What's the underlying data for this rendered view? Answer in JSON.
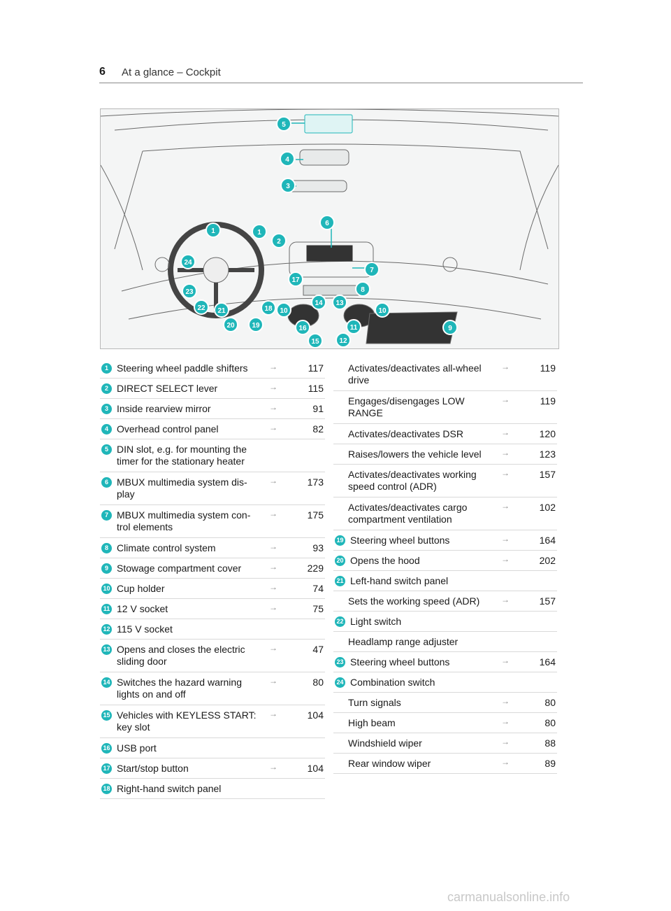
{
  "header": {
    "page_number": "6",
    "title": "At a glance – Cockpit"
  },
  "figure": {
    "callouts": [
      "5",
      "4",
      "3",
      "6",
      "1",
      "1",
      "2",
      "24",
      "7",
      "17",
      "23",
      "8",
      "14",
      "13",
      "22",
      "21",
      "18",
      "10",
      "10",
      "19",
      "20",
      "16",
      "11",
      "9",
      "15",
      "12"
    ]
  },
  "left_column": [
    {
      "num": "1",
      "label": "Steering wheel paddle shifters",
      "arrow": "→",
      "ref": "117"
    },
    {
      "num": "2",
      "label": "DIRECT SELECT lever",
      "arrow": "→",
      "ref": "115"
    },
    {
      "num": "3",
      "label": "Inside rearview mirror",
      "arrow": "→",
      "ref": "91"
    },
    {
      "num": "4",
      "label": "Overhead control panel",
      "arrow": "→",
      "ref": "82"
    },
    {
      "num": "5",
      "label": "DIN slot, e.g. for mounting the timer for the stationary heater",
      "arrow": "",
      "ref": ""
    },
    {
      "num": "6",
      "label": "MBUX multimedia system dis-play",
      "arrow": "→",
      "ref": "173"
    },
    {
      "num": "7",
      "label": "MBUX multimedia system con-trol elements",
      "arrow": "→",
      "ref": "175"
    },
    {
      "num": "8",
      "label": "Climate control system",
      "arrow": "→",
      "ref": "93"
    },
    {
      "num": "9",
      "label": "Stowage compartment cover",
      "arrow": "→",
      "ref": "229"
    },
    {
      "num": "10",
      "label": "Cup holder",
      "arrow": "→",
      "ref": "74"
    },
    {
      "num": "11",
      "label": "12 V socket",
      "arrow": "→",
      "ref": "75"
    },
    {
      "num": "12",
      "label": "115 V socket",
      "arrow": "",
      "ref": ""
    },
    {
      "num": "13",
      "label": "Opens and closes the electric sliding door",
      "arrow": "→",
      "ref": "47"
    },
    {
      "num": "14",
      "label": "Switches the hazard warning lights on and off",
      "arrow": "→",
      "ref": "80"
    },
    {
      "num": "15",
      "label": "Vehicles with KEYLESS START: key slot",
      "arrow": "→",
      "ref": "104"
    },
    {
      "num": "16",
      "label": "USB port",
      "arrow": "",
      "ref": ""
    },
    {
      "num": "17",
      "label": "Start/stop button",
      "arrow": "→",
      "ref": "104"
    },
    {
      "num": "18",
      "label": "Right-hand switch panel",
      "arrow": "",
      "ref": ""
    }
  ],
  "right_column": [
    {
      "num": "",
      "label": "Activates/deactivates all-wheel drive",
      "arrow": "→",
      "ref": "119"
    },
    {
      "num": "",
      "label": "Engages/disengages LOW RANGE",
      "arrow": "→",
      "ref": "119"
    },
    {
      "num": "",
      "label": "Activates/deactivates DSR",
      "arrow": "→",
      "ref": "120"
    },
    {
      "num": "",
      "label": "Raises/lowers the vehicle level",
      "arrow": "→",
      "ref": "123"
    },
    {
      "num": "",
      "label": "Activates/deactivates working speed control (ADR)",
      "arrow": "→",
      "ref": "157"
    },
    {
      "num": "",
      "label": "Activates/deactivates cargo compartment ventilation",
      "arrow": "→",
      "ref": "102"
    },
    {
      "num": "19",
      "label": "Steering wheel buttons",
      "arrow": "→",
      "ref": "164"
    },
    {
      "num": "20",
      "label": "Opens the hood",
      "arrow": "→",
      "ref": "202"
    },
    {
      "num": "21",
      "label": "Left-hand switch panel",
      "arrow": "",
      "ref": ""
    },
    {
      "num": "",
      "label": "Sets the working speed (ADR)",
      "arrow": "→",
      "ref": "157"
    },
    {
      "num": "22",
      "label": "Light switch",
      "arrow": "",
      "ref": ""
    },
    {
      "num": "",
      "label": "Headlamp range adjuster",
      "arrow": "",
      "ref": ""
    },
    {
      "num": "23",
      "label": "Steering wheel buttons",
      "arrow": "→",
      "ref": "164"
    },
    {
      "num": "24",
      "label": "Combination switch",
      "arrow": "",
      "ref": ""
    },
    {
      "num": "",
      "label": "Turn signals",
      "arrow": "→",
      "ref": "80"
    },
    {
      "num": "",
      "label": "High beam",
      "arrow": "→",
      "ref": "80"
    },
    {
      "num": "",
      "label": "Windshield wiper",
      "arrow": "→",
      "ref": "88"
    },
    {
      "num": "",
      "label": "Rear window wiper",
      "arrow": "→",
      "ref": "89"
    }
  ],
  "watermark": "carmanualsonline.info",
  "colors": {
    "accent": "#1fb6b9",
    "rule": "#d9d9d9"
  }
}
